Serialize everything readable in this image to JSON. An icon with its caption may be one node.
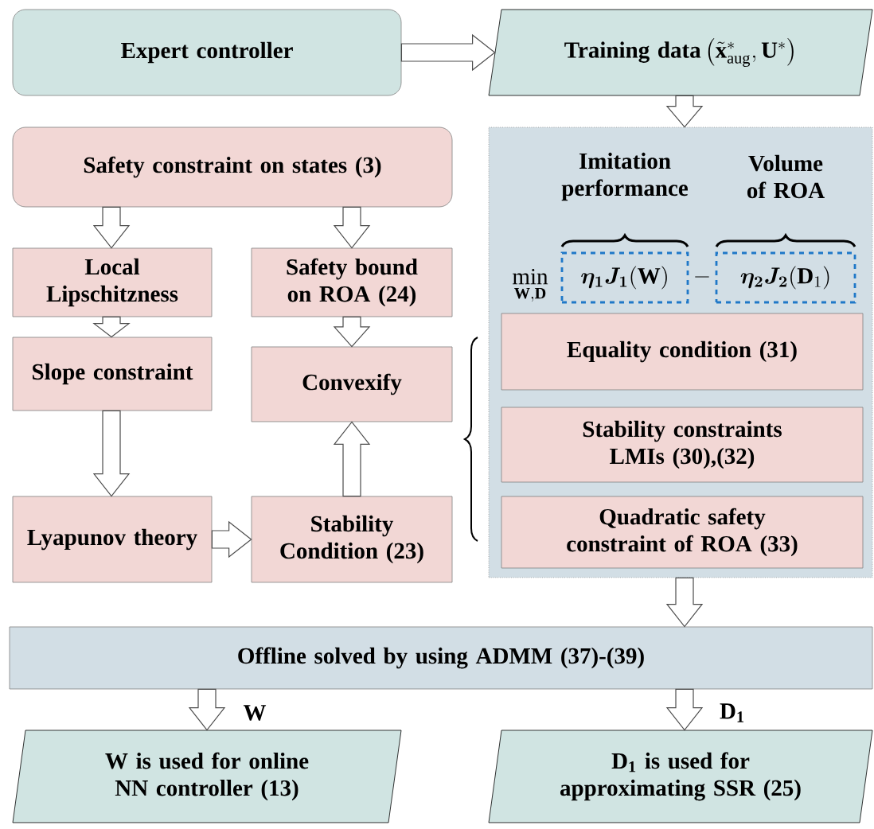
{
  "diagram": {
    "nodes": [
      {
        "text": [
          "Expert controller"
        ]
      },
      {
        "text": [
          "\\text{Training data}\\left(\\tilde{\\mathbf{x}}^{*}_{\\mathrm{aug}},\\mathbf{U}^{*}\\right)"
        ]
      },
      {
        "text": [],
        "shape": "box"
      },
      {
        "text": [
          "\\boldsymbol{\\eta_1 J_1}(\\mathbf{W})"
        ],
        "beside": [
          "Imitation performance"
        ],
        "in": 2
      },
      {
        "text": [
          "\\boldsymbol{\\eta_2 J_2}(\\mathbf{D}_1)"
        ],
        "beside": [
          "Volume of ROA"
        ],
        "in": 2
      },
      {
        "text": [
          "Equality condition (31)"
        ],
        "in": 2
      },
      {
        "text": [
          "Stability constraints LMIs (30),(32)"
        ],
        "in": 2
      },
      {
        "text": [
          "Quadratic safety constraint of ROA (33)"
        ],
        "in": 2
      },
      {
        "text": [
          "Safety constraint on states (3)"
        ]
      },
      {
        "text": [
          "Local Lipschitzness"
        ]
      },
      {
        "text": [
          "Safety bound on ROA (24)"
        ]
      },
      {
        "text": [
          "Slope constraint"
        ]
      },
      {
        "text": [
          "Convexify"
        ]
      },
      {
        "text": [
          "Lyapunov theory"
        ]
      },
      {
        "text": [
          "Stability Condition (23)"
        ]
      },
      {
        "text": [
          "Offline solved by using ADMM (37)-(39)"
        ]
      },
      {
        "text": [
          "W is used for online NN controller (13)"
        ]
      },
      {
        "text": [
          "D$_{1}$ is used for approximating SSR (25)"
        ]
      }
    ],
    "edges": [
      {
        "from": 0,
        "to": 1,
        "arrow": "to"
      },
      {
        "from": 1,
        "to": 2,
        "arrow": "to"
      },
      {
        "from": 8,
        "to": 9,
        "arrow": "to"
      },
      {
        "from": 8,
        "to": 10,
        "arrow": "to"
      },
      {
        "from": 9,
        "to": 11,
        "arrow": "to"
      },
      {
        "from": 11,
        "to": 13,
        "arrow": "to"
      },
      {
        "from": 13,
        "to": 14,
        "arrow": "to"
      },
      {
        "from": 14,
        "to": 12,
        "arrow": "to"
      },
      {
        "from": 10,
        "to": 12,
        "arrow": "to"
      },
      {
        "from": 2,
        "to": 15,
        "arrow": "to"
      },
      {
        "from": 15,
        "to": 16,
        "arrow": "to",
        "label": "W"
      },
      {
        "from": 15,
        "to": 17,
        "arrow": "to",
        "label": "D$_{1}$"
      }
    ],
    "labels": [
      "\\min_{\\mathbf{W,D}}",
      "-"
    ]
  }
}
